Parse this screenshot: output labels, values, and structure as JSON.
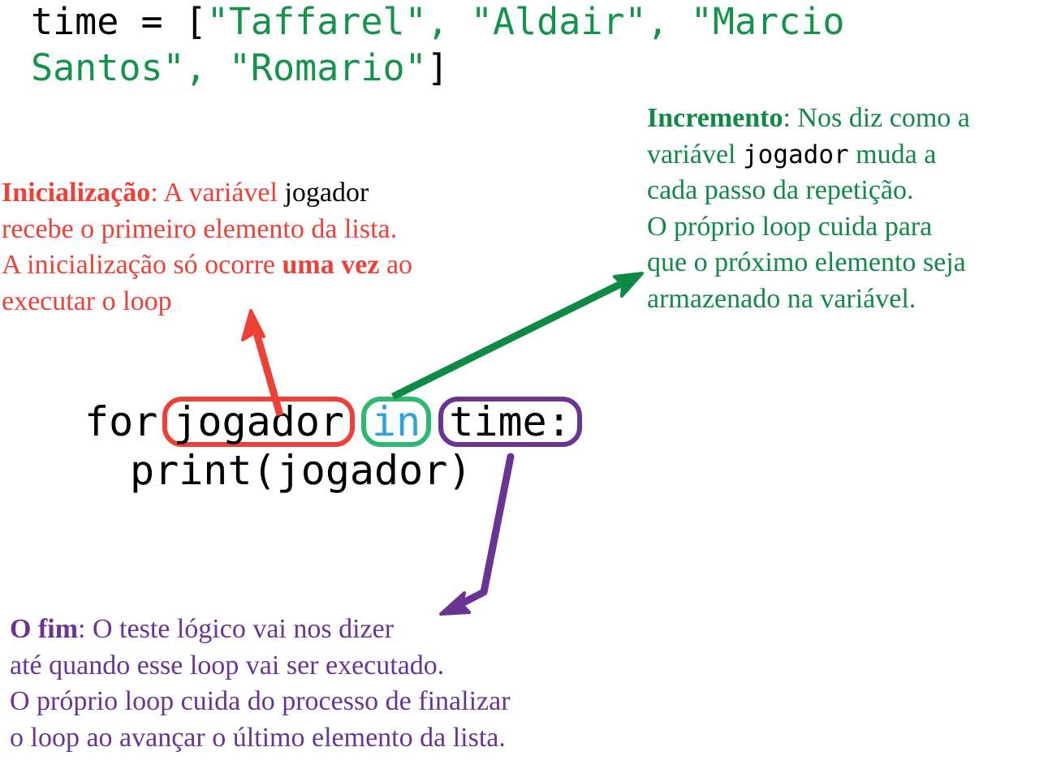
{
  "colors": {
    "code_string_green": "#13944a",
    "annotation_red": "#ee4036",
    "annotation_green": "#0f8a45",
    "annotation_purple": "#6a3494",
    "keyword_blue": "#2aa3e0",
    "box_green": "#2eb872",
    "black": "#000000"
  },
  "code_top": {
    "prefix": "time = [",
    "strings": "\"Taffarel\", \"Aldair\", \"Marcio Santos\", \"Romario\"",
    "suffix": "]"
  },
  "code_main": {
    "keyword_for": "for",
    "variable": "jogador",
    "keyword_in": "in",
    "iterable": "time:",
    "body": "print(jogador)"
  },
  "annotations": {
    "initialization": {
      "title": "Inicialização",
      "colon": ": ",
      "part1": "A variável ",
      "code_term": "jogador",
      "part2": "",
      "line2": "recebe o primeiro elemento da lista.",
      "line3a": "A inicialização só ocorre ",
      "emphasis": "uma vez",
      "line3b": " ao",
      "line4": "executar o loop"
    },
    "increment": {
      "title": "Incremento",
      "colon": ": ",
      "part1": "Nos diz como a",
      "line2a": "variável ",
      "code_term": "jogador",
      "line2b": " muda a",
      "line3": "cada passo da repetição.",
      "line4": "O próprio loop cuida para",
      "line5": "que o próximo elemento seja",
      "line6": "armazenado na variável."
    },
    "end": {
      "title": "O fim",
      "colon": ": ",
      "part1": "O teste lógico vai nos dizer",
      "line2": "até quando esse loop vai ser executado.",
      "line3": "O próprio loop cuida do processo de finalizar",
      "line4": "o loop ao avançar o último elemento da lista."
    }
  },
  "arrows": {
    "red_label": "arrow-initialization",
    "green_label": "arrow-increment",
    "purple_label": "arrow-end"
  }
}
